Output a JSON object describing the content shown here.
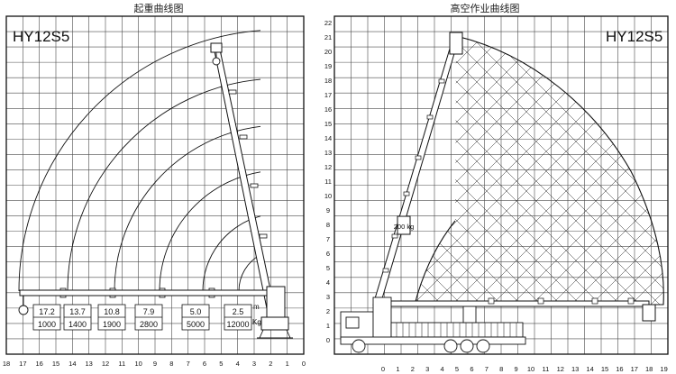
{
  "left_panel": {
    "title": "起重曲线图",
    "model": "HY12S5",
    "x_ticks": [
      "18",
      "17",
      "16",
      "15",
      "14",
      "13",
      "12",
      "11",
      "10",
      "9",
      "8",
      "7",
      "6",
      "5",
      "4",
      "3",
      "2",
      "1",
      "0"
    ],
    "unit_radius": "m",
    "unit_load": "Kg",
    "load_table": [
      {
        "radius": "17.2",
        "load": "1000"
      },
      {
        "radius": "13.7",
        "load": "1400"
      },
      {
        "radius": "10.8",
        "load": "1900"
      },
      {
        "radius": "7.9",
        "load": "2800"
      },
      {
        "radius": "5.0",
        "load": "5000"
      },
      {
        "radius": "2.5",
        "load": "12000"
      }
    ]
  },
  "right_panel": {
    "title": "高空作业曲线图",
    "model": "HY12S5",
    "y_ticks": [
      "0",
      "1",
      "2",
      "3",
      "4",
      "5",
      "6",
      "7",
      "8",
      "9",
      "10",
      "11",
      "12",
      "13",
      "14",
      "15",
      "16",
      "17",
      "18",
      "19",
      "20",
      "21",
      "22"
    ],
    "x_ticks": [
      "0",
      "1",
      "2",
      "3",
      "4",
      "5",
      "6",
      "7",
      "8",
      "9",
      "10",
      "11",
      "12",
      "13",
      "14",
      "15",
      "16",
      "17",
      "18",
      "19"
    ],
    "basket_label": "200 kg"
  }
}
